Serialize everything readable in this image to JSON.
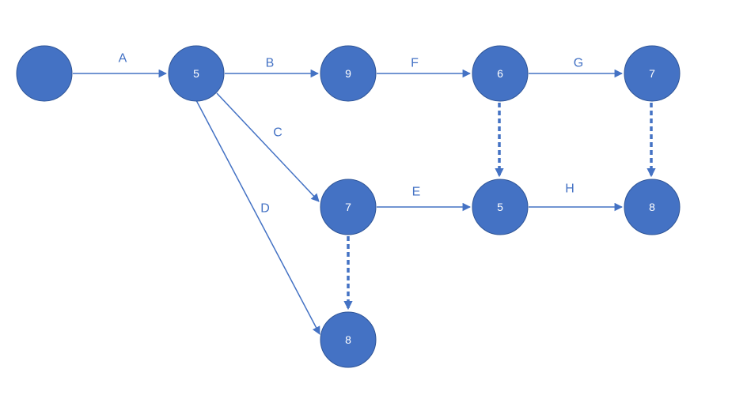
{
  "diagram": {
    "accent_color": "#4472c4",
    "nodes": {
      "start": "",
      "n1": "5",
      "n2": "9",
      "n3": "6",
      "n4": "7",
      "n5": "7",
      "n6": "5",
      "n7": "8",
      "n8": "8"
    },
    "activities": {
      "a": "A",
      "b": "B",
      "c": "C",
      "d": "D",
      "e": "E",
      "f": "F",
      "g": "G",
      "h": "H"
    },
    "dummy_links": [
      {
        "from": "n3",
        "to": "n6"
      },
      {
        "from": "n4",
        "to": "n7"
      },
      {
        "from": "n5",
        "to": "n8"
      }
    ]
  }
}
